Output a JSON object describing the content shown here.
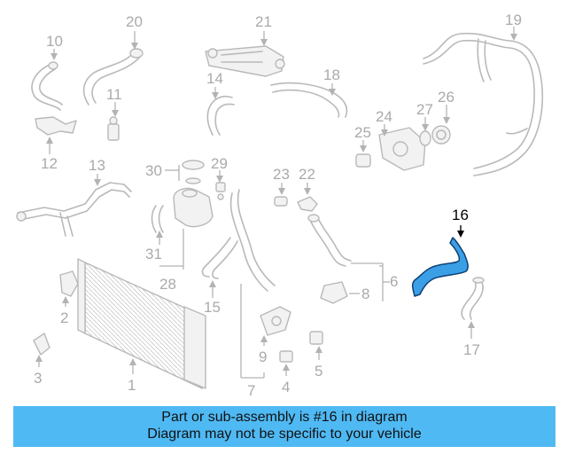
{
  "callouts": {
    "c1": "1",
    "c2": "2",
    "c3": "3",
    "c4": "4",
    "c5": "5",
    "c6": "6",
    "c7": "7",
    "c8": "8",
    "c9": "9",
    "c10": "10",
    "c11": "11",
    "c12": "12",
    "c13": "13",
    "c14": "14",
    "c15": "15",
    "c16": "16",
    "c17": "17",
    "c18": "18",
    "c19": "19",
    "c20": "20",
    "c21": "21",
    "c22": "22",
    "c23": "23",
    "c24": "24",
    "c25": "25",
    "c26": "26",
    "c27": "27",
    "c28": "28",
    "c29": "29",
    "c30": "30",
    "c31": "31"
  },
  "highlighted_part": "16",
  "colors": {
    "highlight": "#3b9fe6",
    "banner": "#4fb9f3",
    "part_outline": "#b9b9b9"
  },
  "banner": {
    "line1": "Part or sub-assembly is #16 in diagram",
    "line2": "Diagram may not be specific to your vehicle"
  }
}
